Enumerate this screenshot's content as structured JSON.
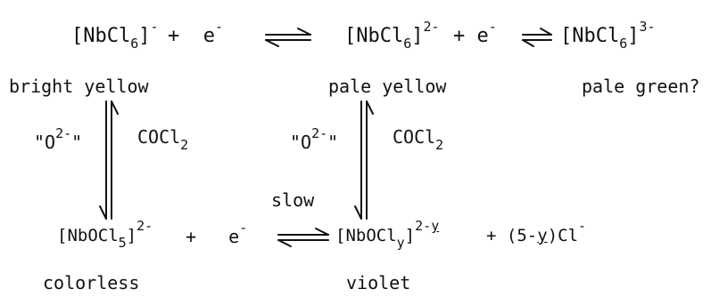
{
  "scheme": {
    "top_row": {
      "species_1": {
        "base": "[NbCl",
        "sub": "6",
        "bracket": "]",
        "charge": "-"
      },
      "plus_e_1": {
        "plus": "+",
        "e": "e",
        "e_charge": "-"
      },
      "species_2": {
        "base": "[NbCl",
        "sub": "6",
        "bracket": "]",
        "charge": "2-"
      },
      "plus_e_2": {
        "plus": "+",
        "e": "e",
        "e_charge": "-"
      },
      "species_3": {
        "base": "[NbCl",
        "sub": "6",
        "bracket": "]",
        "charge": "3-"
      }
    },
    "colors_top": {
      "species_1": "bright yellow",
      "species_2": "pale yellow",
      "species_3": "pale green?"
    },
    "vertical_left": {
      "down_label": "\"O",
      "down_label_charge": "2-",
      "down_label_end": "\"",
      "up_label_base": "COCl",
      "up_label_sub": "2"
    },
    "vertical_right": {
      "down_label": "\"O",
      "down_label_charge": "2-",
      "down_label_end": "\"",
      "up_label_base": "COCl",
      "up_label_sub": "2"
    },
    "slow_label": "slow",
    "bottom_row": {
      "species_4": {
        "base": "[NbOCl",
        "sub": "5",
        "bracket": "]",
        "charge": "2-"
      },
      "plus_e": {
        "plus": "+",
        "e": "e",
        "e_charge": "-"
      },
      "species_5": {
        "base": "[NbOCl",
        "sub": "y",
        "bracket": "]",
        "charge_a": "2-",
        "charge_b": "y"
      },
      "chloride": {
        "plus": "+",
        "coef": "(5-",
        "coef_var": "y",
        "coef_end": ")Cl",
        "charge": "-"
      }
    },
    "colors_bottom": {
      "species_4": "colorless",
      "species_5": "violet"
    }
  }
}
